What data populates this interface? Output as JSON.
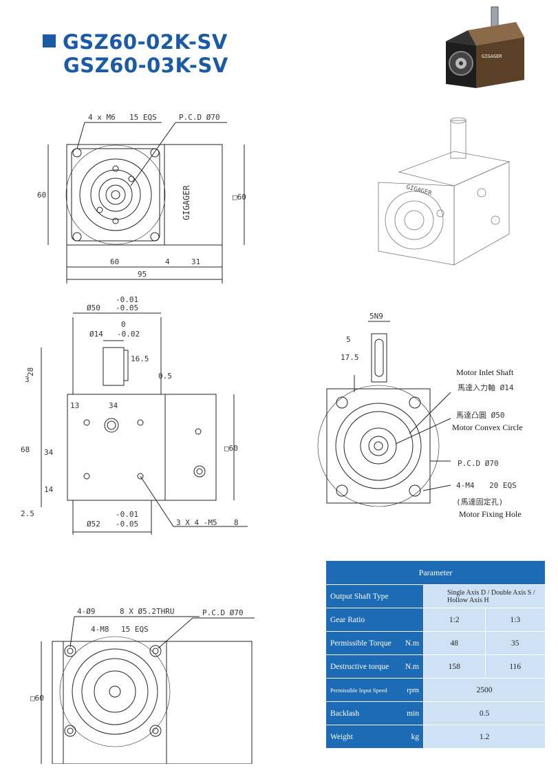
{
  "title": {
    "line1": "GSZ60-02K-SV",
    "line2": "GSZ60-03K-SV"
  },
  "front_view": {
    "hole_note": "4 x  M6",
    "hole_depth": "15 EQS",
    "pcd": "P.C.D  Ø70",
    "dim_height": "60",
    "dim_square": "□60",
    "dim_60": "60",
    "dim_4": "4",
    "dim_31": "31",
    "dim_95": "95",
    "logo_text": "GIGAGER"
  },
  "side_view": {
    "d50": "Ø50",
    "d50_tol_upper": "-0.01",
    "d50_tol_lower": "-0.05",
    "d14": "Ø14",
    "d14_tol_upper": "0",
    "d14_tol_lower": "-0.02",
    "dim_16_5": "16.5",
    "dim_28": "28",
    "dim_3": "3",
    "dim_0_5": "0.5",
    "dim_13": "13",
    "dim_34": "34",
    "dim_68": "68",
    "dim_34_v": "34",
    "dim_14": "14",
    "dim_2_5": "2.5",
    "dim_square": "□60",
    "d52": "Ø52",
    "d52_tol_upper": "-0.01",
    "d52_tol_lower": "-0.05",
    "thread_note": "3 X 4 -M5",
    "thread_depth": "8"
  },
  "motor_view": {
    "key": "5N9",
    "dim_5": "5",
    "dim_17_5": "17.5",
    "label_inlet_en": "Motor Inlet Shaft",
    "label_inlet_cn": "馬達入力軸 Ø14",
    "label_convex_cn": "馬達凸圓 Ø50",
    "label_convex_en": "Motor Convex Circle",
    "label_pcd": "P.C.D  Ø70",
    "label_holes": "4-M4",
    "label_holes_depth": "20 EQS",
    "label_fix_cn": "(馬達固定孔)",
    "label_fix_en": "Motor Fixing Hole"
  },
  "bottom_view": {
    "thru_note": "4-Ø9",
    "thru_note_2": "8 X Ø5.2THRU",
    "m8_note": "4-M8",
    "m8_depth": "15 EQS",
    "pcd": "P.C.D  Ø70",
    "dim_square": "□60"
  },
  "params": {
    "header": "Parameter",
    "rows": [
      {
        "key": "Output Shaft Type",
        "unit": "",
        "value": "Single Axis D / Double Axis S / Hollow Axis H"
      },
      {
        "key": "Gear Ratio",
        "unit": "",
        "v1": "1:2",
        "v2": "1:3"
      },
      {
        "key": "Permissible Torque",
        "unit": "N.m",
        "v1": "48",
        "v2": "35"
      },
      {
        "key": "Destructive torque",
        "unit": "N.m",
        "v1": "158",
        "v2": "116"
      },
      {
        "key": "Permissible Input Speed",
        "unit": "rpm",
        "value": "2500"
      },
      {
        "key": "Backlash",
        "unit": "min",
        "value": "0.5"
      },
      {
        "key": "Weight",
        "unit": "kg",
        "value": "1.2"
      }
    ]
  },
  "colors": {
    "brand_blue": "#1a5aa6",
    "table_header": "#1d6bb5",
    "table_cell": "#cfe2f5"
  }
}
